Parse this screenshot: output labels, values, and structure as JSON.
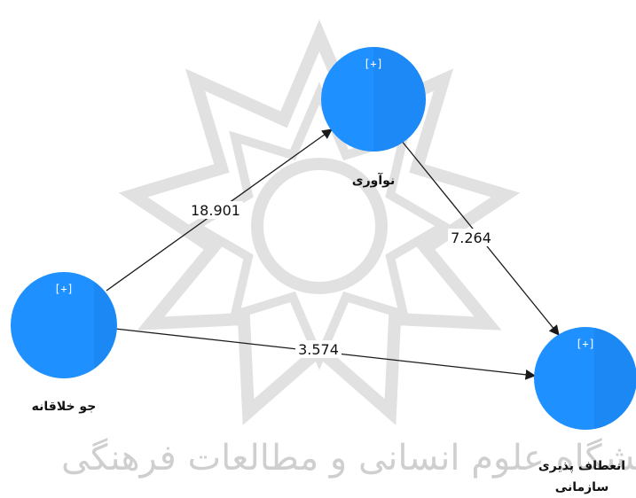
{
  "diagram": {
    "nodes": [
      {
        "id": "innovation",
        "label": "نوآوری",
        "expand": "[+]"
      },
      {
        "id": "creative_climate",
        "label": "جو خلاقانه",
        "expand": "[+]"
      },
      {
        "id": "org_flexibility",
        "label": "انعطاف پذیری سازمانی",
        "expand": "[+]"
      }
    ],
    "edges": [
      {
        "from": "creative_climate",
        "to": "innovation",
        "value": "18.901"
      },
      {
        "from": "innovation",
        "to": "org_flexibility",
        "value": "7.264"
      },
      {
        "from": "creative_climate",
        "to": "org_flexibility",
        "value": "3.574"
      }
    ],
    "watermark": "پژوهشگاه علوم انسانی و مطالعات فرهنگی"
  },
  "colors": {
    "node_fill": "#1e90ff",
    "node_shadow": "#1a7fe6",
    "edge": "#1a1a1a",
    "watermark": "#d2d2d2"
  }
}
